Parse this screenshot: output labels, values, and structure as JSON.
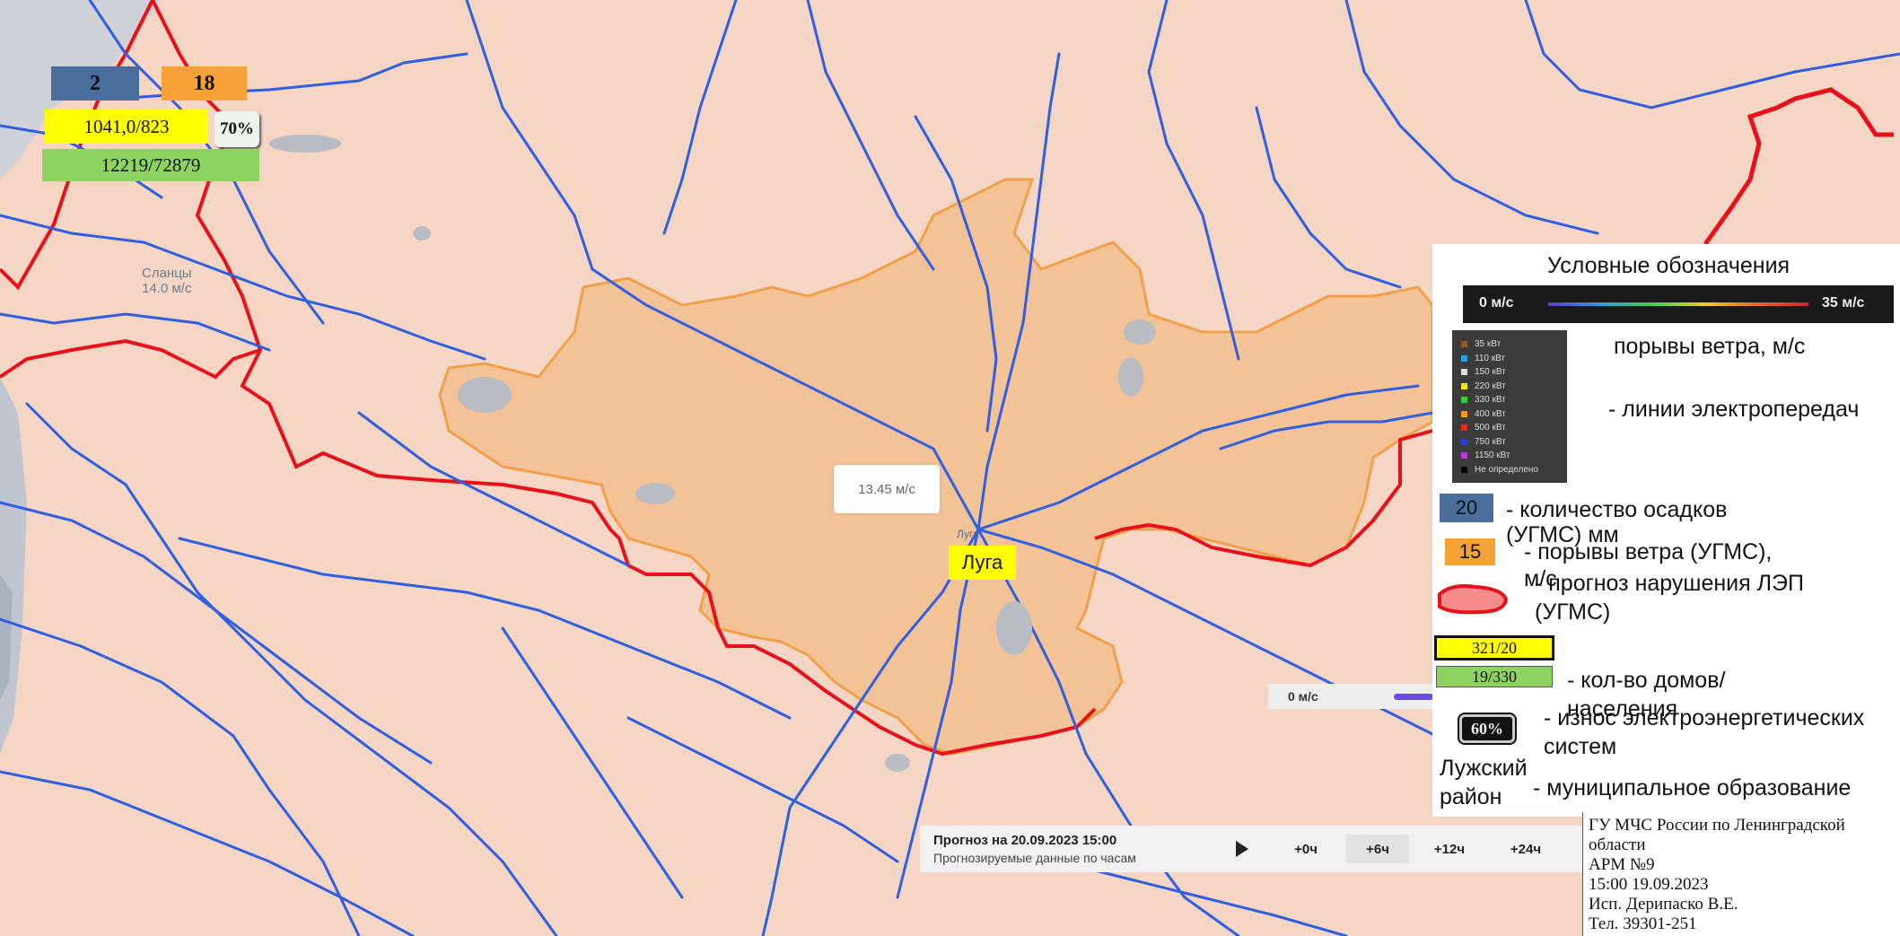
{
  "top_left": {
    "precip": "2",
    "wind": "18",
    "houses": "1041,0/823",
    "wear": "70%",
    "population": "12219/72879"
  },
  "map_labels": {
    "slantsy_name": "Сланцы",
    "slantsy_wind": "14.0 м/с",
    "wind_popup": "13.45 м/с",
    "luga_small": "Луга",
    "luga_label": "Луга",
    "scale_min": "0 м/с"
  },
  "legend": {
    "title": "Условные обозначения",
    "colorbar_min": "0 м/с",
    "colorbar_max": "35 м/с",
    "gusts_label": "порывы ветра, м/с",
    "line_classes": [
      "35 кВт",
      "110 кВт",
      "150 кВт",
      "220 кВт",
      "330 кВт",
      "400 кВт",
      "500 кВт",
      "750 кВт",
      "1150 кВт",
      "Не определено"
    ],
    "line_colors": [
      "#8b5a2b",
      "#29a3e0",
      "#dddddd",
      "#f5e21c",
      "#2fd12f",
      "#f29b1d",
      "#e8281e",
      "#2b3fd6",
      "#b83ad8",
      "#000000"
    ],
    "lines_label": "- линии электропередач",
    "precip_sample": "20",
    "precip_label": "- количество осадков (УГМС) мм",
    "wind_sample": "15",
    "wind_label": "- порывы ветра (УГМС), м/с",
    "lep_label": "- прогноз нарушения ЛЭП (УГМС)",
    "houses_sample": "321/20",
    "population_sample": "19/330",
    "houses_label": "- кол-во домов/населения",
    "wear_sample": "60%",
    "wear_label": "- износ электроэнергетических систем",
    "district_sample": "Лужский район",
    "district_label": "- муниципальное образование"
  },
  "forecast": {
    "title": "Прогноз на 20.09.2023 15:00",
    "subtitle": "Прогнозируемые данные по часам",
    "buttons": [
      "+0ч",
      "+6ч",
      "+12ч",
      "+24ч"
    ]
  },
  "info": {
    "line1": "ГУ МЧС России по Ленинградской",
    "line2": "области",
    "line3": "АРМ №9",
    "line4": "15:00 19.09.2023",
    "line5": "Исп. Дерипаско В.Е.",
    "line6": "Тел. 39301-251"
  },
  "colors": {
    "background": "#f5d6c4",
    "district_fill": "#f2c08f",
    "district_border": "#f0a04a",
    "power_lines": "#2f5fe0",
    "border_red": "#e8101a",
    "precip_box": "#4a6e9c",
    "wind_box": "#f7a234",
    "houses_box": "#ffff00",
    "population_box": "#8dd35f"
  }
}
